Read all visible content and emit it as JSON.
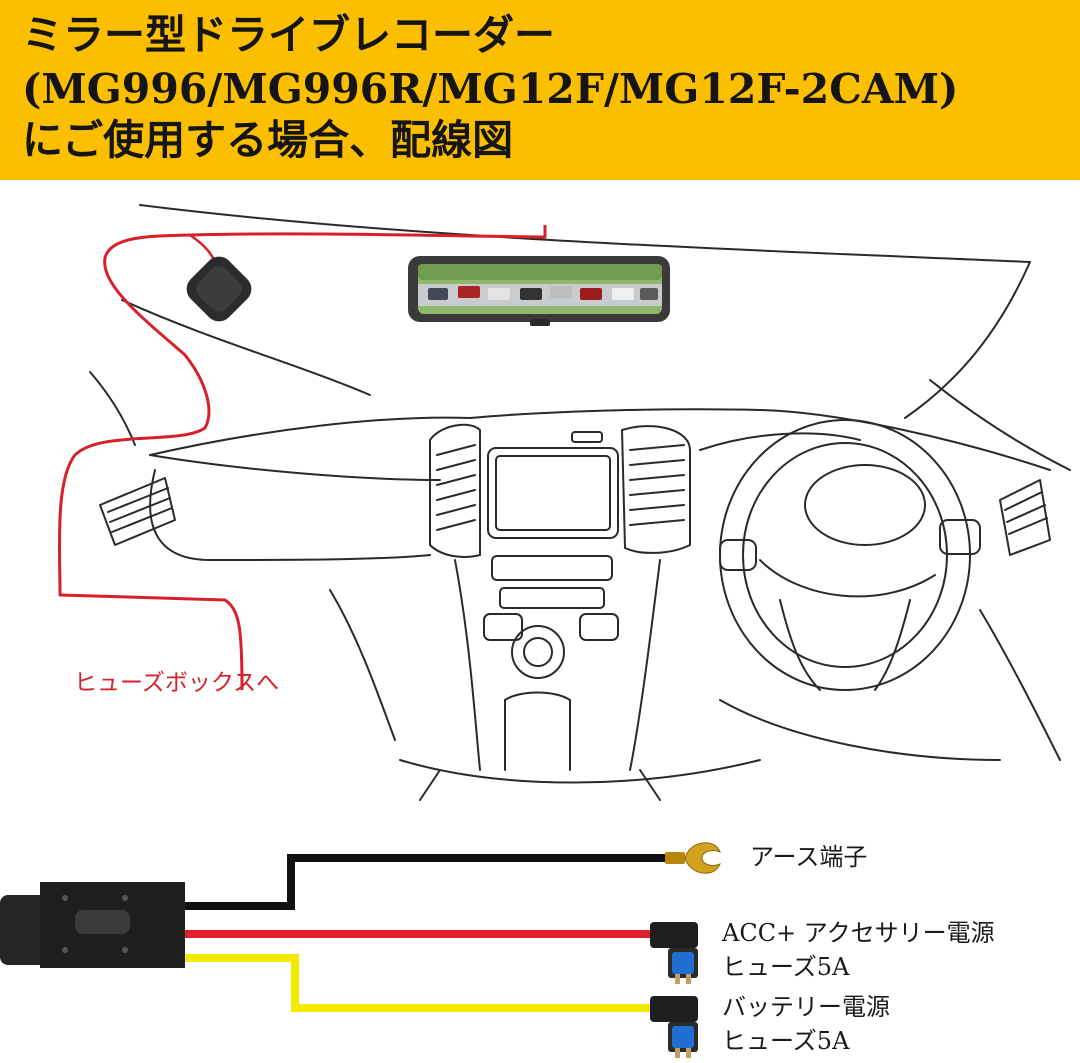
{
  "header": {
    "title_line1": "ミラー型ドライブレコーダー",
    "title_line2": "(MG996/MG996R/MG12F/MG12F-2CAM)",
    "title_line3": "にご使用する場合、配線図"
  },
  "diagram": {
    "fuse_box_label": "ヒューズボックスへ",
    "wires": {
      "ground_label": "アース端子",
      "acc_label_line1": "ACC+ アクセサリー電源",
      "acc_label_line2": "ヒューズ5A",
      "battery_label_line1": "バッテリー電源",
      "battery_label_line2": "ヒューズ5A"
    }
  },
  "colors": {
    "header_bg": "#fbbf00",
    "title_text": "#151515",
    "route_line": "#d8202a",
    "ground_wire": "#111111",
    "acc_wire": "#e0202a",
    "battery_wire": "#f2ea00"
  }
}
